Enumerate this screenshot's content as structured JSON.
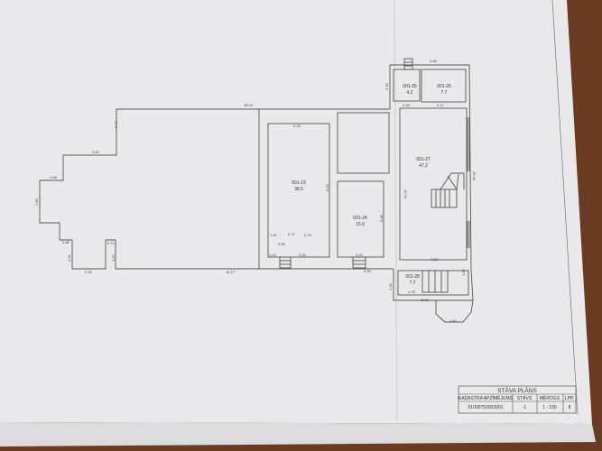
{
  "rooms": [
    {
      "id": "001-23",
      "area": "38.5"
    },
    {
      "id": "001-24",
      "area": "15.0"
    },
    {
      "id": "001-25",
      "area": "4.2"
    },
    {
      "id": "001-26",
      "area": "7.7"
    },
    {
      "id": "001-27",
      "area": "47.2"
    },
    {
      "id": "001-28",
      "area": "7.7"
    }
  ],
  "dimensions": [
    "18.24",
    "3.72",
    "2.60",
    "1.58",
    "2.89",
    "0.88",
    "1.91",
    "2.30",
    "0.71",
    "1.97",
    "18.17",
    "4.25",
    "5.20",
    "1.41",
    "2.76",
    "1.14",
    "3.02",
    "5.98",
    "3.00",
    "3.39",
    "4.68",
    "3.19",
    "3.17",
    "2.28",
    "10.34",
    "15.48",
    "4.58",
    "1.57",
    "4.78",
    "5.38",
    "1.60",
    "1.66",
    "0.72",
    "0.55"
  ],
  "title_block": {
    "title": "STĀVA PLĀNS",
    "headers": [
      "KADASTRA APZĪMĒJUMS",
      "STĀVS",
      "MĒROGS",
      "LPP."
    ],
    "values": [
      "01000752002001",
      "-1",
      "1 : 100",
      "8"
    ]
  },
  "colors": {
    "paper": "#ececee",
    "wood": "#6b3a22",
    "lines": "#555555"
  }
}
